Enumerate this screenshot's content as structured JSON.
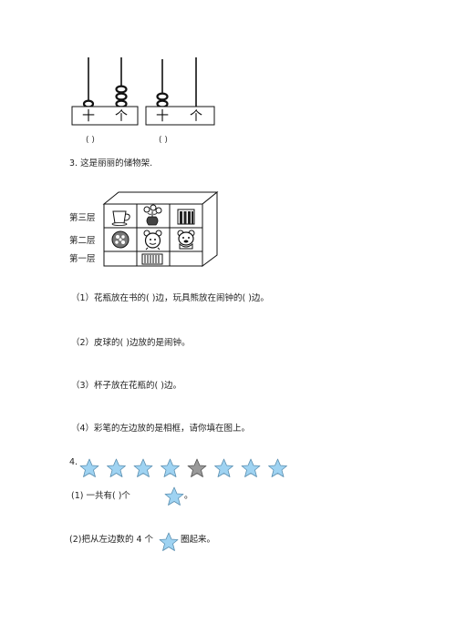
{
  "abacus": {
    "left": {
      "tens_label": "十",
      "ones_label": "个",
      "answer": "(      )"
    },
    "right": {
      "tens_label": "十",
      "ones_label": "个",
      "answer": "(      )"
    }
  },
  "q3": {
    "title": "3. 这是丽丽的储物架.",
    "shelf_labels": [
      "第三层",
      "第二层",
      "第一层"
    ],
    "icons": {
      "row3": [
        "cup-icon",
        "vase-icon",
        "book-icon"
      ],
      "row2": [
        "ball-icon",
        "alarm-clock-icon",
        "teddy-bear-icon"
      ],
      "row1": [
        "",
        "pencil-box-icon",
        ""
      ]
    },
    "items": [
      "（1）花瓶放在书的(      )边，玩具熊放在闹钟的(      )边。",
      "（2）皮球的(      )边放的是闹钟。",
      "（3）杯子放在花瓶的(      )边。",
      "（4）彩笔的左边放的是相框，请你填在图上。"
    ]
  },
  "q4": {
    "number": "4.",
    "stars": [
      {
        "color": "#9fd3f2"
      },
      {
        "color": "#9fd3f2"
      },
      {
        "color": "#9fd3f2"
      },
      {
        "color": "#9fd3f2"
      },
      {
        "color": "#9a9a9a"
      },
      {
        "color": "#9fd3f2"
      },
      {
        "color": "#9fd3f2"
      },
      {
        "color": "#9fd3f2"
      }
    ],
    "sub1_prefix": "(1)  一共有(        )个",
    "sub1_suffix": "。",
    "sub2_prefix": "(2)把从左边数的 4 个",
    "sub2_suffix": "圈起来。"
  }
}
